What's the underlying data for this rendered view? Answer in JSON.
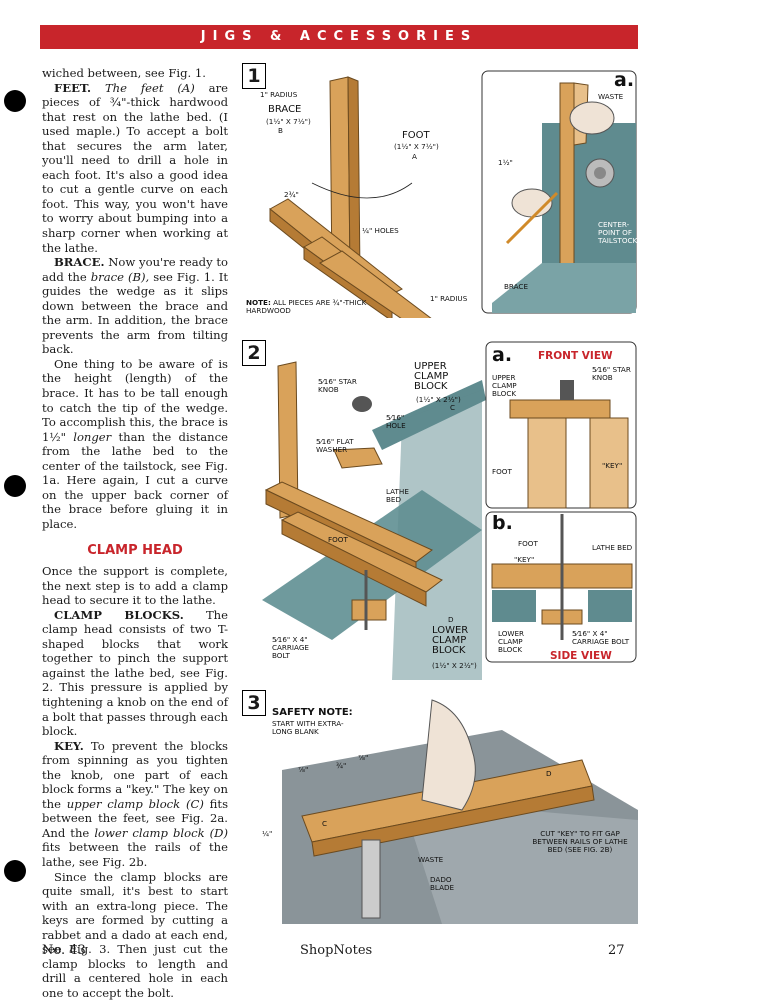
{
  "header": {
    "title": "JIGS & ACCESSORIES"
  },
  "article": {
    "p1": "wiched between, see Fig. 1.",
    "feet_kw": "FEET.",
    "feet_it": "The feet (A)",
    "feet_text": "are pieces of ¾\"-thick hardwood that rest on the lathe bed. (I used maple.) To accept a bolt that secures the arm later, you'll need to drill a hole in each foot. It's also a good idea to cut a gentle curve on each foot. This way, you won't have to worry about bumping into a sharp corner when working at the lathe.",
    "brace_kw": "BRACE.",
    "brace_a": "Now you're ready to add the",
    "brace_it": "brace (B),",
    "brace_b": "see Fig. 1. It guides the wedge as it slips down between the brace and the arm. In addition, the brace prevents the arm from tilting back.",
    "p4_a": "One thing to be aware of is the height (length) of the brace. It has to be tall enough to catch the tip of the wedge. To accomplish this, the brace is 1½\"",
    "p4_it": "longer",
    "p4_b": "than the distance from the lathe bed to the center of the tailstock, see Fig. 1a. Here again, I cut a curve on the upper back corner of the brace before gluing it in place.",
    "section_title": "CLAMP HEAD",
    "p5": "Once the support is complete, the next step is to add a clamp head to secure it to the lathe.",
    "cb_kw": "CLAMP BLOCKS.",
    "cb_text": "The clamp head consists of two T-shaped blocks that work together to pinch the support against the lathe bed, see Fig. 2. This pressure is applied by tightening a knob on the end of a bolt that passes through each block.",
    "key_kw": "KEY.",
    "key_a": "To prevent the blocks from spinning as you tighten the knob, one part of each block forms a \"key.\" The key on the",
    "key_it1": "upper clamp block (C)",
    "key_b": "fits between the feet, see Fig. 2a. And the",
    "key_it2": "lower clamp block (D)",
    "key_c": "fits between the rails of the lathe, see Fig. 2b.",
    "p8": "Since the clamp blocks are quite small, it's best to start with an extra-long piece. The keys are formed by cutting a rabbet and a dado at each end, see Fig. 3. Then just cut the clamp blocks to length and drill a centered hole in each one to accept the bolt."
  },
  "fig1": {
    "num": "1",
    "radius_top": "1\" RADIUS",
    "brace": "BRACE",
    "brace_dim": "(1½\" x 7½\")",
    "brace_tag": "B",
    "foot": "FOOT",
    "foot_dim": "(1½\" x 7½\")",
    "foot_tag": "A",
    "dim_side": "2¾\"",
    "holes": "¼\" HOLES",
    "radius_bottom": "1\" RADIUS",
    "note_bold": "NOTE:",
    "note_text": "ALL PIECES ARE ¾\"-THICK HARDWOOD",
    "detail_letter": "a.",
    "waste": "WASTE",
    "dim_detail": "1½\"",
    "center": "CENTER-POINT OF TAILSTOCK",
    "brace_detail": "BRACE"
  },
  "fig2": {
    "num": "2",
    "star_knob": "5⁄16\" STAR KNOB",
    "upper": "UPPER CLAMP BLOCK",
    "upper_dim": "(1½\" x 2½\")",
    "upper_tag": "C",
    "hole": "5⁄16\" HOLE",
    "washer": "5⁄16\" FLAT WASHER",
    "lathe_bed": "LATHE BED",
    "foot": "FOOT",
    "carriage": "5⁄16\" x 4\" CARRIAGE BOLT",
    "lower": "LOWER CLAMP BLOCK",
    "lower_dim": "(1½\" x 2½\")",
    "lower_tag": "D",
    "a_letter": "a.",
    "front_view": "FRONT VIEW",
    "fv_upper": "UPPER CLAMP BLOCK",
    "fv_star": "5⁄16\" STAR KNOB",
    "fv_foot": "FOOT",
    "fv_key": "\"KEY\"",
    "b_letter": "b.",
    "sv_foot": "FOOT",
    "sv_key": "\"KEY\"",
    "sv_lathe": "LATHE BED",
    "sv_lower": "LOWER CLAMP BLOCK",
    "sv_carriage": "5⁄16\" x 4\" CARRIAGE BOLT",
    "side_view": "SIDE VIEW"
  },
  "fig3": {
    "num": "3",
    "safety_bold": "SAFETY NOTE:",
    "safety_text": "START WITH EXTRA-LONG BLANK",
    "dim_78": "⅞\"",
    "dim_34": "¾\"",
    "dim_78b": "⅞\"",
    "dim_14": "¼\"",
    "tag_c": "C",
    "tag_d": "D",
    "waste": "WASTE",
    "dado": "DADO BLADE",
    "cut_key": "CUT \"KEY\" TO FIT GAP BETWEEN RAILS OF LATHE BED (SEE FIG. 2b)"
  },
  "footer": {
    "left": "No. 43",
    "center": "ShopNotes",
    "right": "27"
  },
  "colors": {
    "accent": "#c8252b",
    "wood": "#d9a25a",
    "wood_dark": "#b57b35",
    "steel": "#5f8b8f"
  }
}
